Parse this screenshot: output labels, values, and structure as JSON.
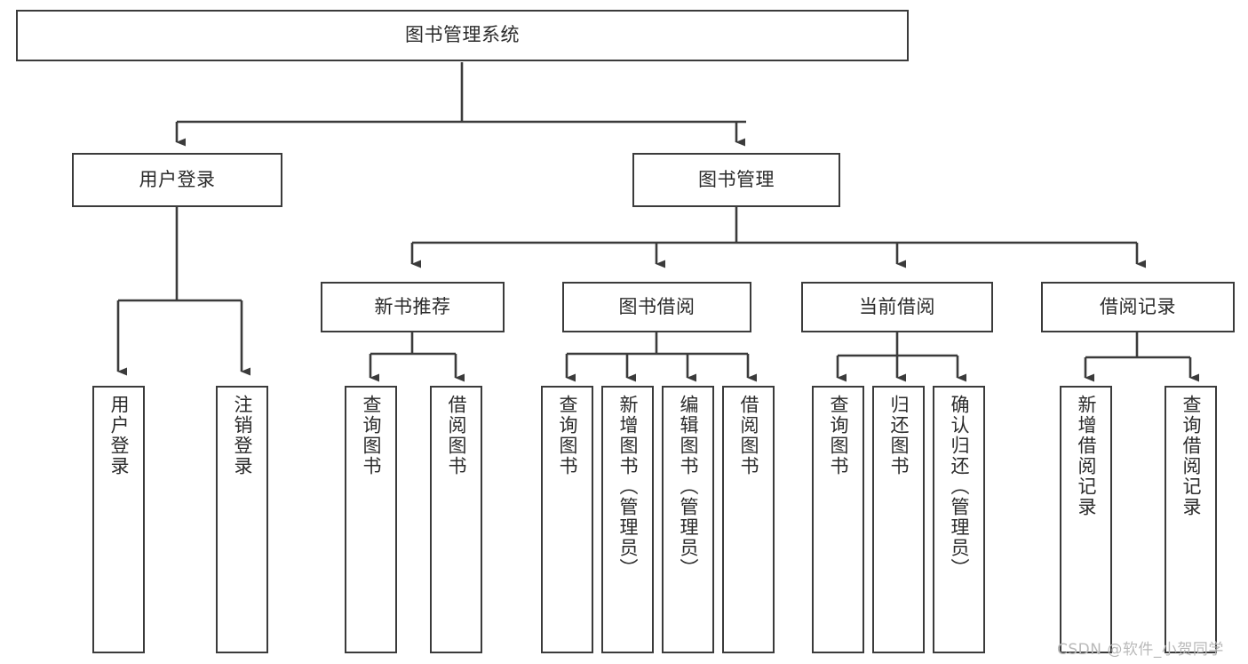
{
  "diagram": {
    "title": "图书管理系统",
    "type": "tree-hierarchy-chart",
    "root": {
      "label": "图书管理系统"
    },
    "level2": [
      {
        "label": "用户登录"
      },
      {
        "label": "图书管理"
      }
    ],
    "level3": [
      {
        "label": "新书推荐"
      },
      {
        "label": "图书借阅"
      },
      {
        "label": "当前借阅"
      },
      {
        "label": "借阅记录"
      }
    ],
    "leaves": {
      "user_login": [
        {
          "label": "用户登录"
        },
        {
          "label": "注销登录"
        }
      ],
      "new_book_recommend": [
        {
          "label": "查询图书"
        },
        {
          "label": "借阅图书"
        }
      ],
      "book_borrow": [
        {
          "label": "查询图书"
        },
        {
          "label": "新增图书（管理员）"
        },
        {
          "label": "编辑图书（管理员）"
        },
        {
          "label": "借阅图书"
        }
      ],
      "current_borrow": [
        {
          "label": "查询图书"
        },
        {
          "label": "归还图书"
        },
        {
          "label": "确认归还（管理员）"
        }
      ],
      "borrow_record": [
        {
          "label": "新增借阅记录"
        },
        {
          "label": "查询借阅记录"
        }
      ]
    }
  },
  "watermark": {
    "text": "CSDN @软件_小贺同学"
  },
  "colors": {
    "border": "#3b3b3b",
    "text": "#2b2b2b",
    "background": "#ffffff",
    "watermark": "#b9b9b9"
  }
}
